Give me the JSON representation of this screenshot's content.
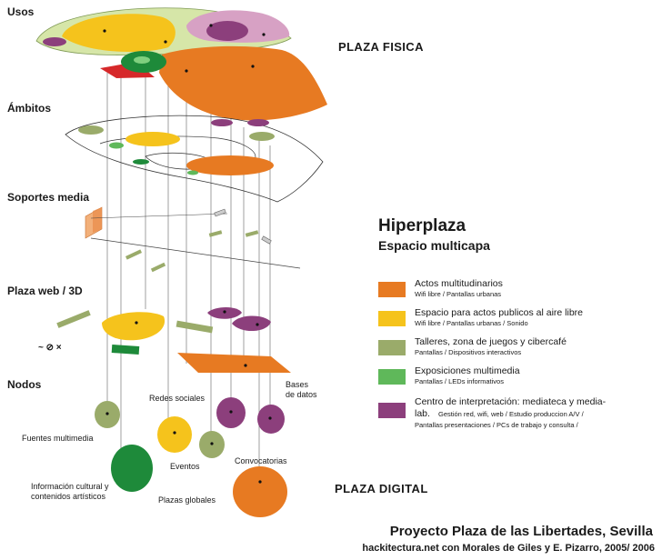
{
  "colors": {
    "orange": "#e77a22",
    "yellow": "#f5c31c",
    "olive": "#9aab6a",
    "green": "#5fb85a",
    "dark_green": "#1e8a3a",
    "purple": "#8c3f7c",
    "light_green": "#d6e6a8",
    "pink": "#d7a1c4",
    "red": "#d6282a"
  },
  "layers": {
    "usos": "Usos",
    "ambitos": "Ámbitos",
    "soportes": "Soportes media",
    "plaza_web": "Plaza web / 3D",
    "nodos": "Nodos"
  },
  "plaza_fisica": "PLAZA FISICA",
  "plaza_digital": "PLAZA DIGITAL",
  "title": "Hiperplaza",
  "subtitle": "Espacio multicapa",
  "legend": [
    {
      "color": "orange",
      "label": "Actos multitudinarios",
      "sub": "Wifi libre / Pantallas urbanas"
    },
    {
      "color": "yellow",
      "label": "Espacio para  actos publicos al aire libre",
      "sub": "Wifi libre / Pantallas urbanas / Sonido"
    },
    {
      "color": "olive",
      "label": "Talleres, zona de juegos y cibercafé",
      "sub": "Pantallas / Dispositivos interactivos"
    },
    {
      "color": "green",
      "label": "Exposiciones multimedia",
      "sub": "Pantallas / LEDs informativos"
    },
    {
      "color": "purple",
      "label": "Centro de interpretación: mediateca y media-",
      "label2": "lab.",
      "sub": "Gestión red, wifi, web / Estudio produccion A/V /",
      "sub2": "Pantallas presentaciones / PCs de trabajo y consulta /"
    }
  ],
  "nodes": {
    "fuentes": "Fuentes multimedia",
    "redes": "Redes sociales",
    "bases_1": "Bases",
    "bases_2": "de datos",
    "eventos": "Eventos",
    "convocatorias": "Convocatorias",
    "info_1": "Información cultural y",
    "info_2": "contenidos artísticos",
    "plazas": "Plazas globales"
  },
  "web_glyph": "~ ⊘ ×",
  "credit_1": "Proyecto Plaza de las Libertades, Sevilla",
  "credit_2": "hackitectura.net con Morales de Giles y E. Pizarro, 2005/ 2006"
}
